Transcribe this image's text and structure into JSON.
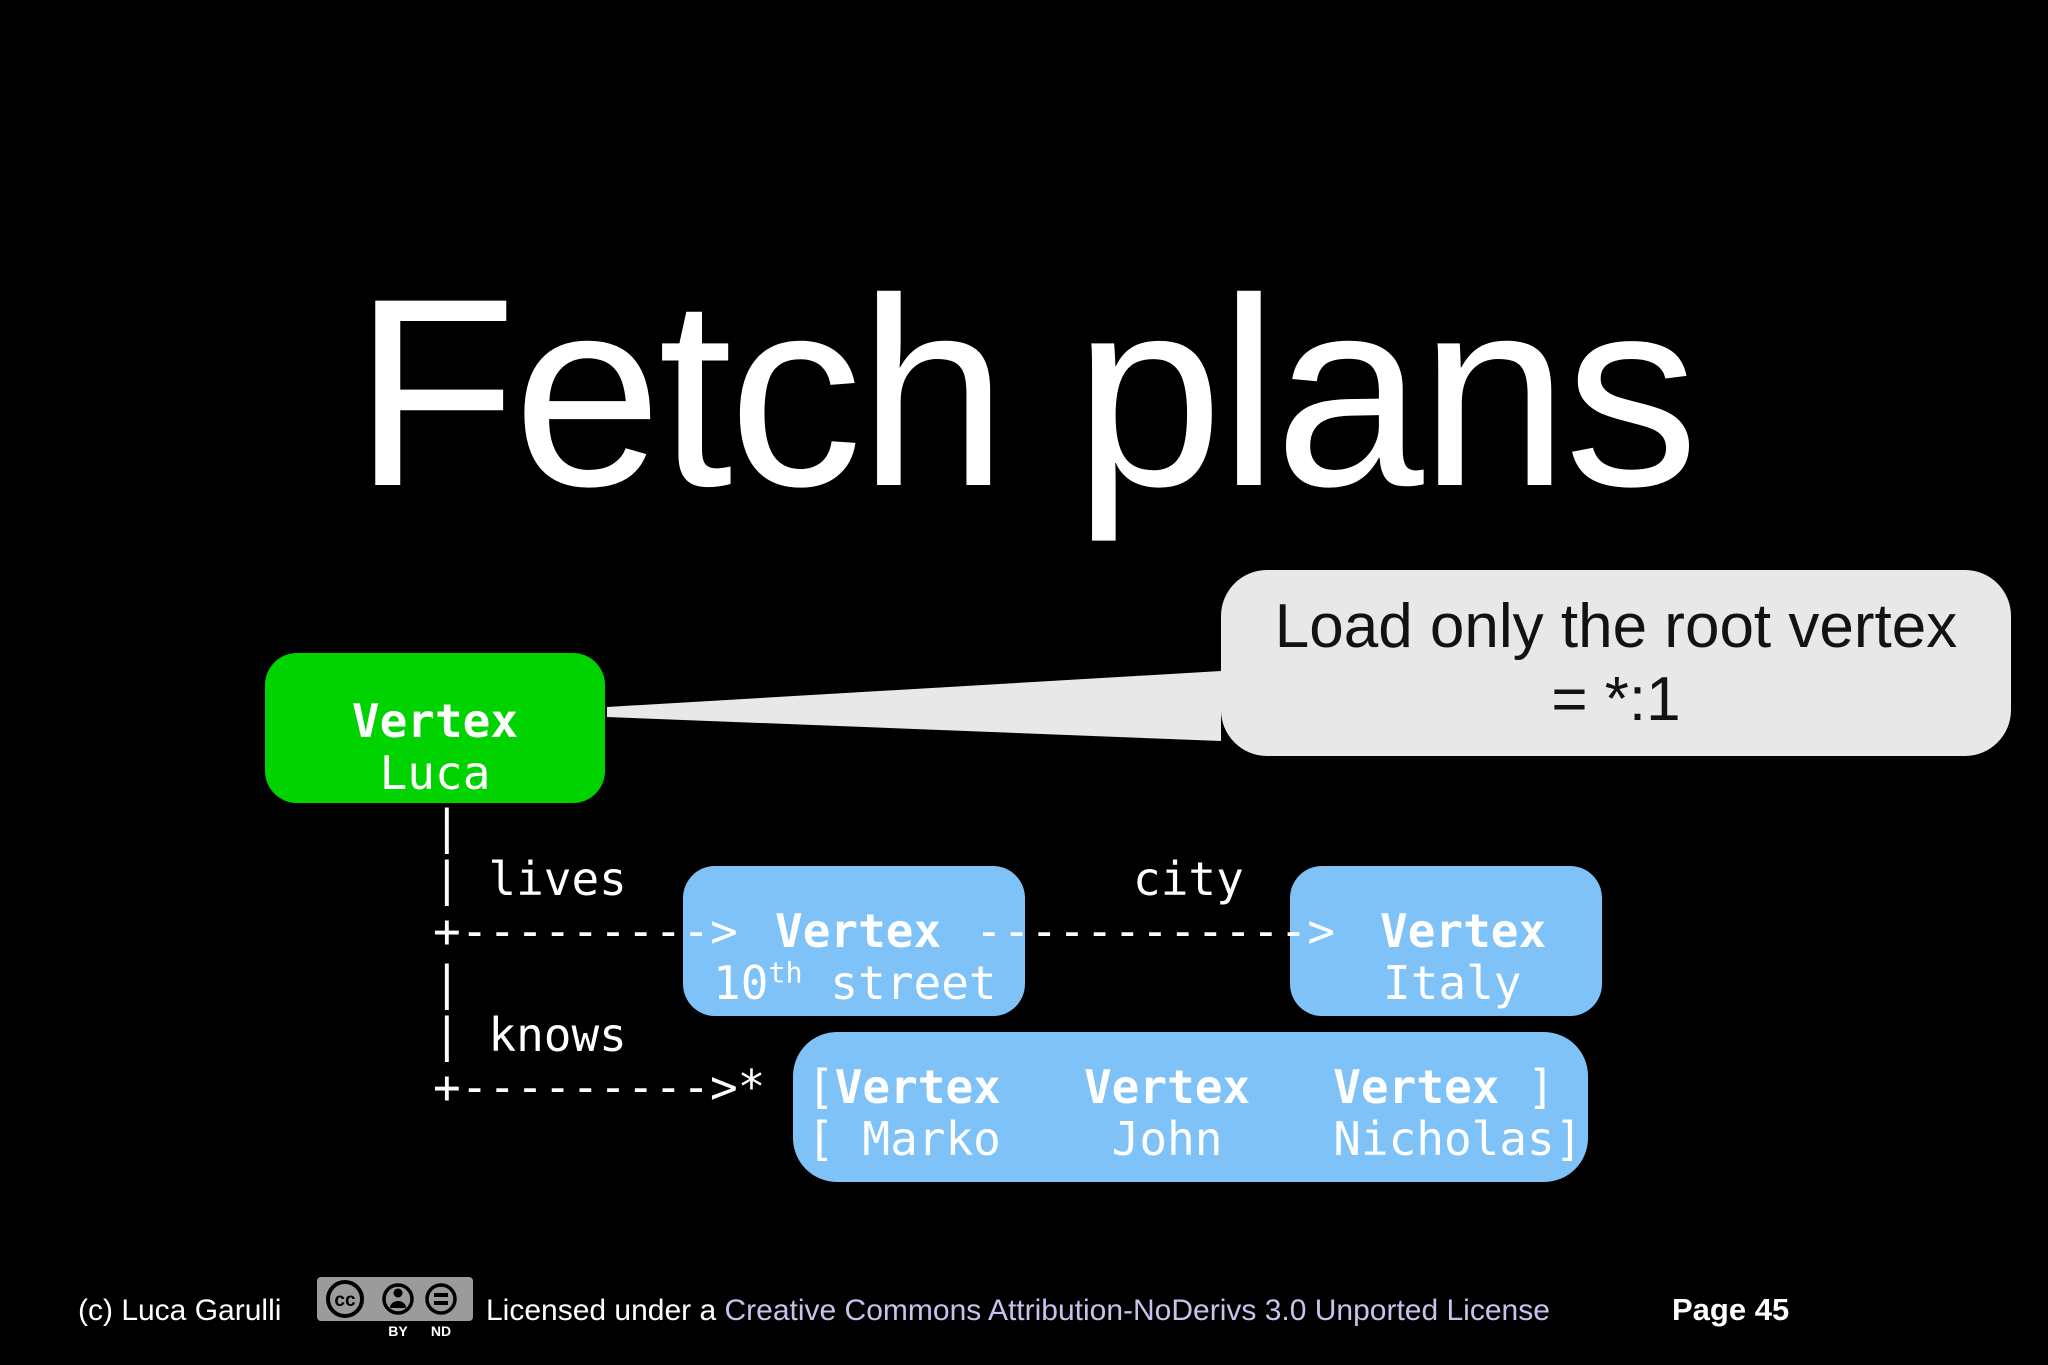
{
  "title": "Fetch plans",
  "bubble": {
    "line1": "Load only the root vertex",
    "line2": "= *:1"
  },
  "diagram": {
    "root": {
      "type": "Vertex",
      "name": "Luca"
    },
    "bar": "|",
    "lives": "| lives",
    "city": "city",
    "arrow_lives": "+--------->",
    "vertex": "Vertex",
    "arrow_city": "------------>",
    "street_num": "10",
    "street_sup": "th",
    "street_rest": " street",
    "city_name": "Italy",
    "knows": "| knows",
    "arrow_knows": "+--------->*",
    "list_row1": {
      "open": "[",
      "item": "Vertex",
      "sep": "   ",
      "close": " ]"
    },
    "list_row2": "[ Marko    John    Nicholas]"
  },
  "footer": {
    "copyright": "(c) Luca Garulli",
    "cc_logo": "cc",
    "cc_by": "BY",
    "cc_nd": "ND",
    "license_prefix": "Licensed under a ",
    "license_link": "Creative Commons Attribution-NoDerivs 3.0 Unported License",
    "page": "Page 45"
  },
  "colors": {
    "background": "#000000",
    "root_vertex_green": "#00d300",
    "vertex_blue": "#7ec2f7",
    "bubble_gray": "#e8e8e8",
    "link_lavender": "#c8c3ec",
    "text_white": "#ffffff"
  }
}
